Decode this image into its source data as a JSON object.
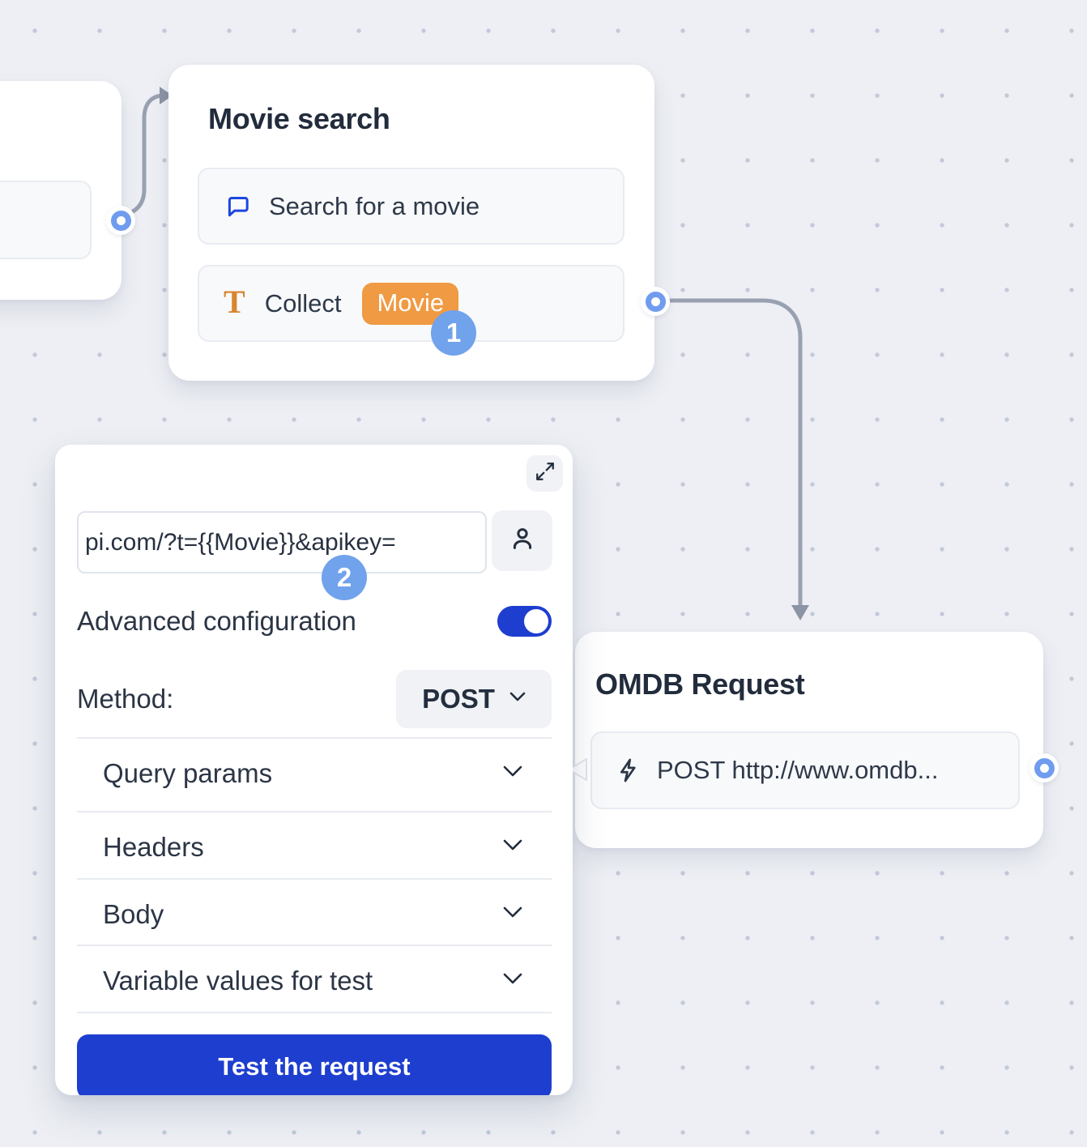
{
  "canvas": {
    "background": "#edeff4",
    "dot_color": "#c2c9d8"
  },
  "colors": {
    "accent_blue": "#1e3ecf",
    "step_badge_blue": "#71a2ec",
    "port_blue": "#6f9cee",
    "variable_orange": "#f09a43",
    "connector_gray": "#99a1b1"
  },
  "nodes": {
    "movie_search": {
      "title": "Movie search",
      "items": [
        {
          "icon": "chat-bubble-icon",
          "label": "Search for a movie"
        },
        {
          "icon": "text-collect-icon",
          "icon_glyph": "T",
          "label": "Collect",
          "variable": "Movie"
        }
      ],
      "step_badge": "1"
    },
    "omdb_request": {
      "title": "OMDB Request",
      "items": [
        {
          "icon": "lightning-icon",
          "label": "POST http://www.omdb..."
        }
      ]
    }
  },
  "config_panel": {
    "step_badge": "2",
    "url_field": {
      "value": "pi.com/?t={{Movie}}&apikey="
    },
    "advanced_configuration_label": "Advanced configuration",
    "advanced_configuration_enabled": true,
    "method_label": "Method:",
    "method_value": "POST",
    "sections": [
      {
        "label": "Query params"
      },
      {
        "label": "Headers"
      },
      {
        "label": "Body"
      },
      {
        "label": "Variable values for test"
      }
    ],
    "test_button_label": "Test the request"
  }
}
